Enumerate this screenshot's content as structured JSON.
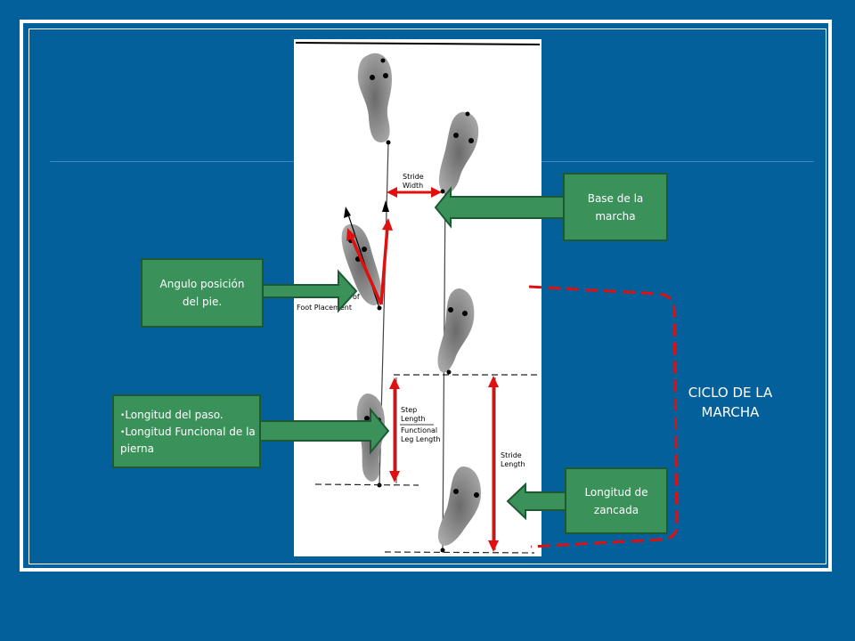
{
  "callouts": {
    "base": "Base de la marcha",
    "angle": "Angulo posición del pie.",
    "step_items": [
      "Longitud del paso.",
      "Longitud Funcional de la pierna"
    ],
    "stride": "Longitud de zancada"
  },
  "cycle_label": "CICLO DE LA MARCHA",
  "figure_labels": {
    "stride_width": [
      "Stride",
      "Width"
    ],
    "foot_placement": [
      "of",
      "Foot Placement"
    ],
    "step_length": [
      "Step",
      "Length"
    ],
    "functional_leg_length": [
      "Functional",
      "Leg Length"
    ],
    "stride_length": [
      "Stride",
      "Length"
    ]
  },
  "colors": {
    "background": "#03609a",
    "callout_fill": "#3a9159",
    "callout_border": "#1d5a33",
    "annotation_red": "#e01010"
  },
  "icons": [
    "footprint-icon",
    "right-arrow-icon",
    "left-arrow-icon"
  ]
}
